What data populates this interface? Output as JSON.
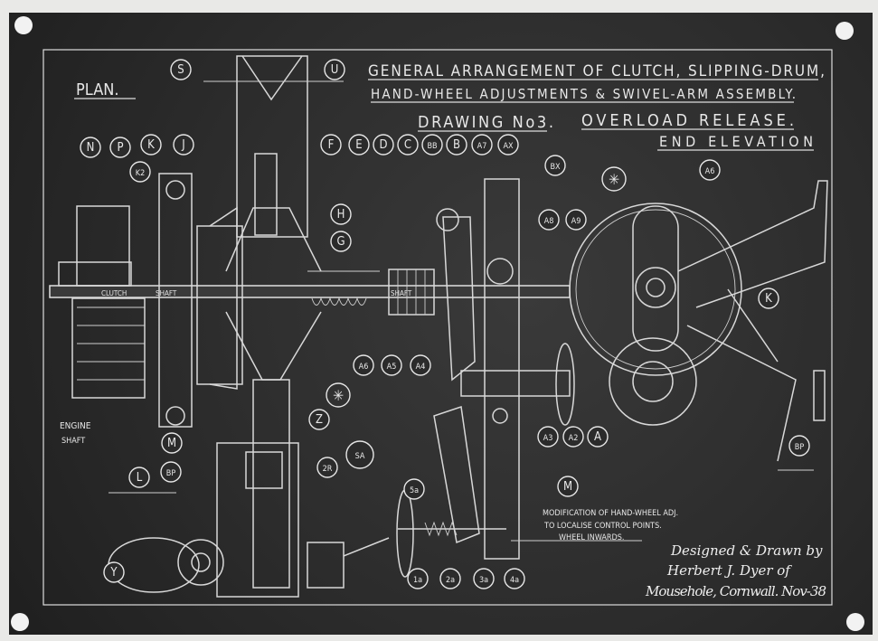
{
  "title": {
    "line1": "GENERAL ARRANGEMENT OF CLUTCH, SLIPPING-DRUM,",
    "line2": "HAND-WHEEL ADJUSTMENTS & SWIVEL-ARM ASSEMBLY.",
    "drawing": "DRAWING No3.",
    "overload": "OVERLOAD RELEASE.",
    "elevation": "END ELEVATION"
  },
  "plan_label": "PLAN.",
  "engine_shaft": [
    "ENGINE",
    "SHAFT"
  ],
  "shaft_labels": [
    "CLUTCH",
    "SHAFT",
    "SHAFT"
  ],
  "note": [
    "MODIFICATION OF HAND-WHEEL ADJ.",
    "TO LOCALISE CONTROL POINTS.",
    "WHEEL INWARDS."
  ],
  "signature": [
    "Designed & Drawn by",
    "Herbert J. Dyer of",
    "Mousehole, Cornwall. Nov-38"
  ],
  "part_labels": [
    "S",
    "U",
    "N",
    "P",
    "K",
    "J",
    "K2",
    "F",
    "E",
    "D",
    "C",
    "BB",
    "B",
    "A7",
    "AX",
    "BX",
    "A6",
    "A8",
    "A9",
    "H",
    "G",
    "A6",
    "A5",
    "A4",
    "A3",
    "A2",
    "A",
    "M",
    "Z",
    "SA",
    "2R",
    "BP",
    "M",
    "L",
    "Y",
    "5a",
    "1a",
    "2a",
    "3a",
    "4a",
    "K",
    "BP"
  ]
}
